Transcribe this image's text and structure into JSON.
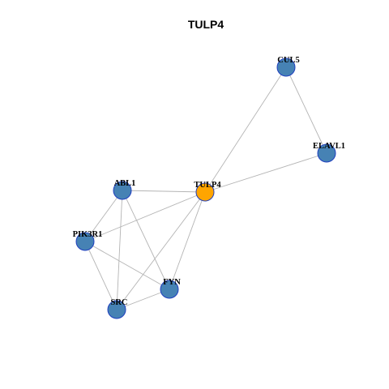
{
  "graph": {
    "title": "TULP4",
    "colors": {
      "background": "#ffffff",
      "edge": "#b4b4b4",
      "node_fill": "#4682b4",
      "node_stroke": "#1f3fbf",
      "focus_fill": "#ffa500",
      "focus_stroke": "#1f3fbf"
    },
    "nodes": [
      {
        "id": "CUL5",
        "label": "CUL5",
        "focus": false
      },
      {
        "id": "ELAVL1",
        "label": "ELAVL1",
        "focus": false
      },
      {
        "id": "ABL1",
        "label": "ABL1",
        "focus": false
      },
      {
        "id": "TULP4",
        "label": "TULP4",
        "focus": true
      },
      {
        "id": "PIK3R1",
        "label": "PIK3R1",
        "focus": false
      },
      {
        "id": "FYN",
        "label": "FYN",
        "focus": false
      },
      {
        "id": "SRC",
        "label": "SRC",
        "focus": false
      }
    ],
    "edges": [
      [
        "CUL5",
        "TULP4"
      ],
      [
        "CUL5",
        "ELAVL1"
      ],
      [
        "ELAVL1",
        "TULP4"
      ],
      [
        "ABL1",
        "TULP4"
      ],
      [
        "ABL1",
        "PIK3R1"
      ],
      [
        "ABL1",
        "SRC"
      ],
      [
        "ABL1",
        "FYN"
      ],
      [
        "TULP4",
        "PIK3R1"
      ],
      [
        "TULP4",
        "SRC"
      ],
      [
        "TULP4",
        "FYN"
      ],
      [
        "PIK3R1",
        "FYN"
      ],
      [
        "PIK3R1",
        "SRC"
      ],
      [
        "SRC",
        "FYN"
      ]
    ]
  }
}
